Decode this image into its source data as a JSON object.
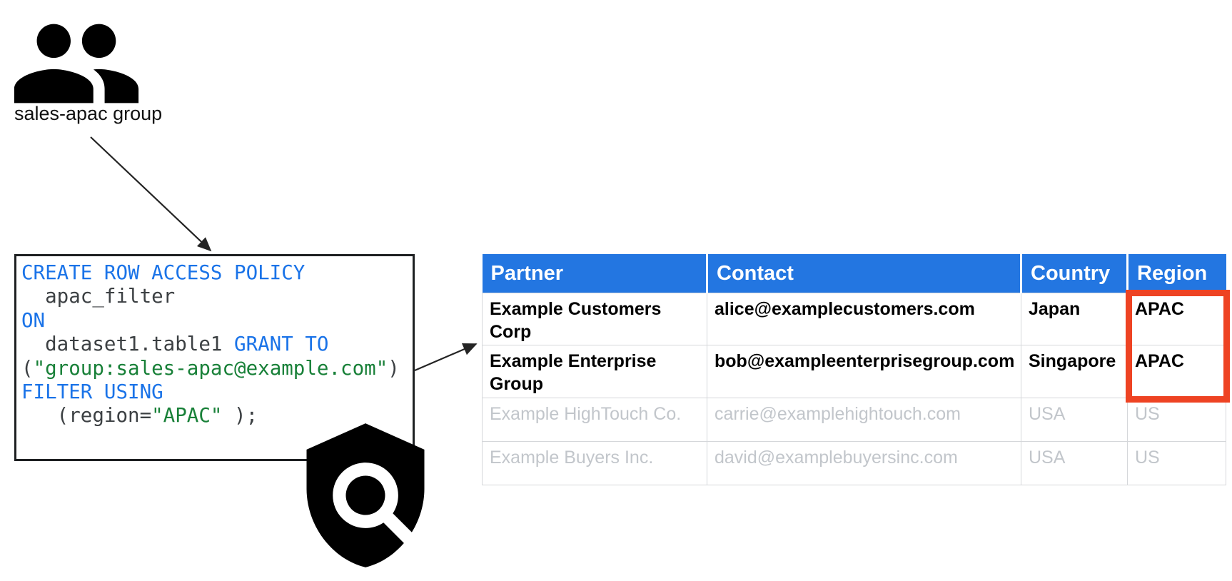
{
  "group": {
    "label": "sales-apac group",
    "icon": "people-group-icon"
  },
  "policy_code": {
    "lines": [
      [
        {
          "t": "CREATE ROW ACCESS POLICY",
          "c": "kw"
        }
      ],
      [
        {
          "t": "  apac_filter",
          "c": "id"
        }
      ],
      [
        {
          "t": "ON",
          "c": "kw"
        }
      ],
      [
        {
          "t": "  dataset1.table1 ",
          "c": "id"
        },
        {
          "t": "GRANT TO",
          "c": "kw"
        }
      ],
      [
        {
          "t": "(",
          "c": "id"
        },
        {
          "t": "\"group:sales-apac@example.com\"",
          "c": "str"
        },
        {
          "t": ")",
          "c": "id"
        }
      ],
      [
        {
          "t": "FILTER USING",
          "c": "kw"
        }
      ],
      [
        {
          "t": "   (region=",
          "c": "id"
        },
        {
          "t": "\"APAC\"",
          "c": "str"
        },
        {
          "t": " );",
          "c": "id"
        }
      ]
    ],
    "icon": "shield-search-icon"
  },
  "table": {
    "headers": [
      "Partner",
      "Contact",
      "Country",
      "Region"
    ],
    "rows": [
      {
        "style": "active",
        "cells": [
          "Example Customers Corp",
          "alice@examplecustomers.com",
          "Japan",
          "APAC"
        ]
      },
      {
        "style": "active",
        "cells": [
          "Example Enterprise Group",
          "bob@exampleenterprisegroup.com",
          "Singapore",
          "APAC"
        ]
      },
      {
        "style": "filtered",
        "cells": [
          "Example HighTouch Co.",
          "carrie@examplehightouch.com",
          "USA",
          "US"
        ]
      },
      {
        "style": "filtered",
        "cells": [
          "Example Buyers Inc.",
          "david@examplebuyersinc.com",
          "USA",
          "US"
        ]
      }
    ],
    "highlight": {
      "column": "Region",
      "rows": [
        0,
        1
      ]
    }
  },
  "colors": {
    "keyword": "#1A73E8",
    "string": "#188038",
    "plain": "#3C4043",
    "header_bg": "#2376E1",
    "header_text": "#FFFFFF",
    "row_active_text": "#000000",
    "row_filtered_text": "#C2C6CB",
    "table_border": "#D5D7DA",
    "highlight": "#EE4323",
    "icon": "#000000",
    "arrow": "#242424",
    "code_box_border": "#1E2022"
  }
}
